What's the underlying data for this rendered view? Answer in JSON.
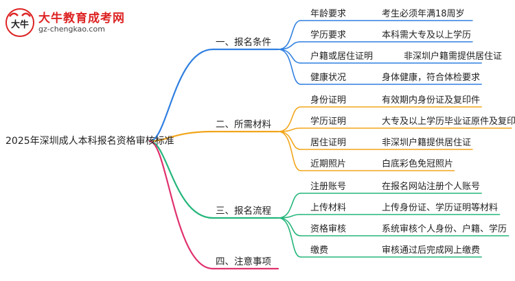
{
  "logo": {
    "name": "大牛教育成考网",
    "url": "gz-chengkao.com",
    "mark_text": "大牛"
  },
  "root": "2025年深圳成人本科报名资格审核标准",
  "colors": {
    "blue": "#2f7fe0",
    "orange": "#f2a51a",
    "green": "#24b57a",
    "pink": "#e0306e"
  },
  "branches": [
    {
      "label": "一、报名条件",
      "color": "blue",
      "items": [
        {
          "key": "年龄要求",
          "value": "考生必须年满18周岁"
        },
        {
          "key": "学历要求",
          "value": "本科需大专及以上学历"
        },
        {
          "key": "户籍或居住证明",
          "value": "非深圳户籍需提供居住证"
        },
        {
          "key": "健康状况",
          "value": "身体健康，符合体检要求"
        }
      ]
    },
    {
      "label": "二、所需材料",
      "color": "orange",
      "items": [
        {
          "key": "身份证明",
          "value": "有效期内身份证及复印件"
        },
        {
          "key": "学历证明",
          "value": "大专及以上学历毕业证原件及复印件"
        },
        {
          "key": "居住证明",
          "value": "非深圳户籍提供居住证"
        },
        {
          "key": "近期照片",
          "value": "白底彩色免冠照片"
        }
      ]
    },
    {
      "label": "三、报名流程",
      "color": "green",
      "items": [
        {
          "key": "注册账号",
          "value": "在报名网站注册个人账号"
        },
        {
          "key": "上传材料",
          "value": "上传身份证、学历证明等材料"
        },
        {
          "key": "资格审核",
          "value": "系统审核个人身份、户籍、学历"
        },
        {
          "key": "缴费",
          "value": "审核通过后完成网上缴费"
        }
      ]
    },
    {
      "label": "四、注意事项",
      "color": "pink",
      "items": []
    }
  ]
}
